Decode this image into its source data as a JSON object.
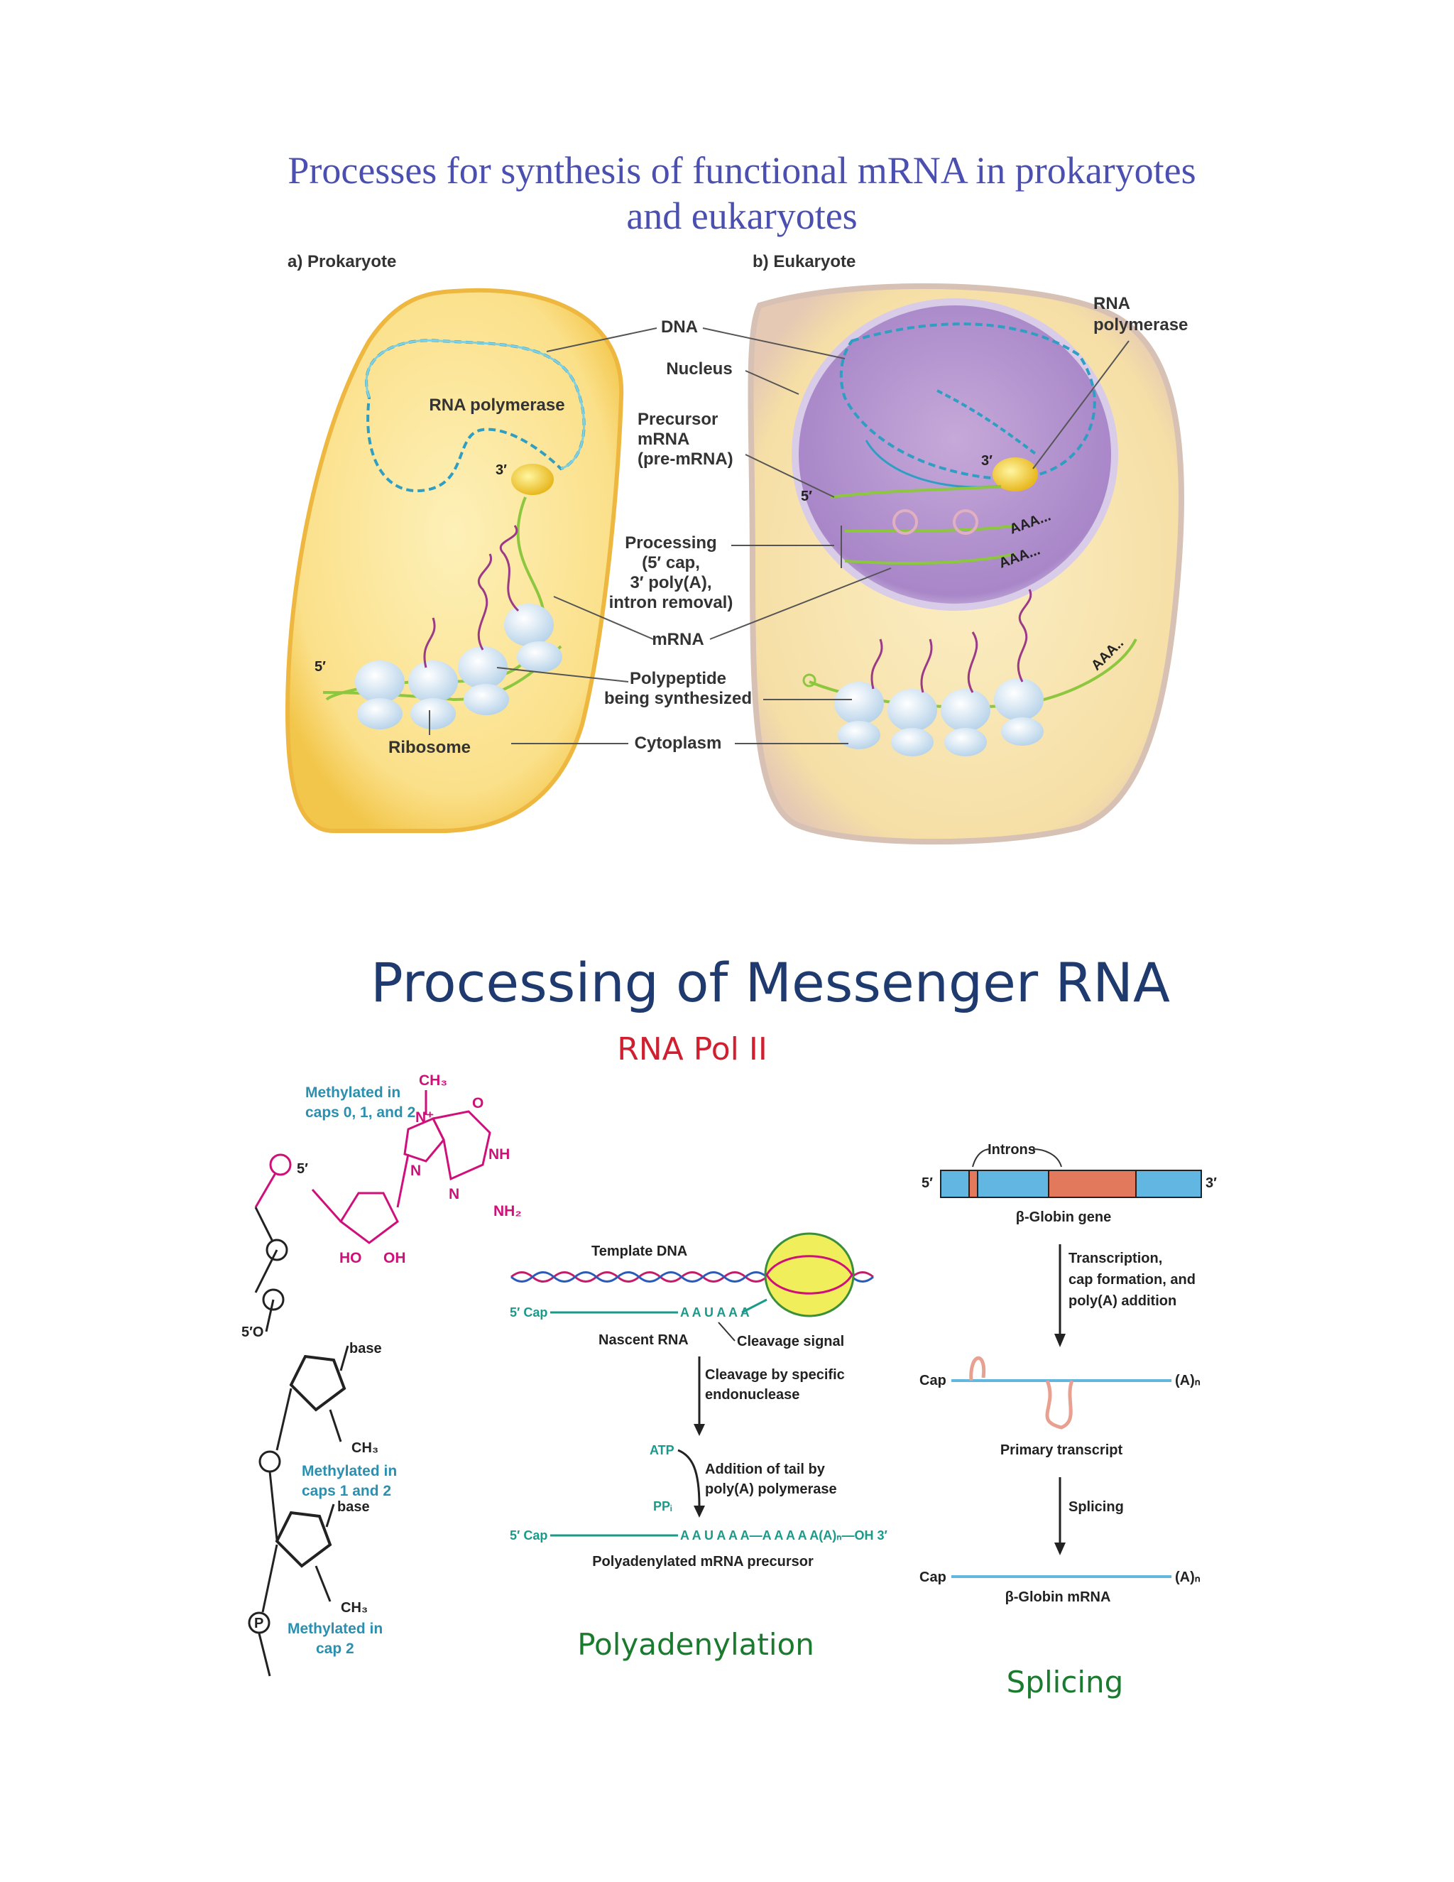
{
  "part1": {
    "title_line1": "Processes for synthesis of functional mRNA in prokaryotes",
    "title_line2": "and eukaryotes",
    "panel_a": "a) Prokaryote",
    "panel_b": "b) Eukaryote",
    "labels": {
      "dna": "DNA",
      "nucleus": "Nucleus",
      "rna_polymerase_left": "RNA polymerase",
      "rna_polymerase_right_1": "RNA",
      "rna_polymerase_right_2": "polymerase",
      "precursor_1": "Precursor",
      "precursor_2": "mRNA",
      "precursor_3": "(pre-mRNA)",
      "processing_1": "Processing",
      "processing_2": "(5′ cap,",
      "processing_3": "3′ poly(A),",
      "processing_4": "intron removal)",
      "mrna": "mRNA",
      "polypeptide_1": "Polypeptide",
      "polypeptide_2": "being synthesized",
      "ribosome": "Ribosome",
      "cytoplasm": "Cytoplasm",
      "three_prime_left": "3′",
      "five_prime_left": "5′",
      "three_prime_right": "3′",
      "five_prime_right": "5′",
      "aaa_1": "AAA...",
      "aaa_2": "AAA...",
      "aaa_3": "AAA.."
    }
  },
  "part2": {
    "title": "Processing of Messenger RNA",
    "subtitle": "RNA Pol II",
    "cap": {
      "methyl_caps_012_1": "Methylated in",
      "methyl_caps_012_2": "caps 0, 1, and 2",
      "methyl_caps_12_1": "Methylated in",
      "methyl_caps_12_2": "caps 1 and 2",
      "methyl_cap2_1": "Methylated in",
      "methyl_cap2_2": "cap 2",
      "ch3_top": "CH₃",
      "ch3_mid": "CH₃",
      "ch3_low": "CH₃",
      "nh": "NH",
      "nh2": "NH₂",
      "n_plus": "N⁺",
      "n1": "N",
      "n2": "N",
      "o": "O",
      "ho": "HO",
      "oh": "OH",
      "base1": "base",
      "base2": "base",
      "five_prime_1": "5′",
      "five_prime_2": "5′O",
      "p": "P"
    },
    "polyA": {
      "template_dna": "Template DNA",
      "cap_label_1": "5′ Cap",
      "seq_1": "A A U A A A",
      "nascent_rna": "Nascent RNA",
      "cleavage_signal": "Cleavage signal",
      "cleavage_by_1": "Cleavage by specific",
      "cleavage_by_2": "endonuclease",
      "atp": "ATP",
      "ppi": "PPᵢ",
      "addition_1": "Addition of tail by",
      "addition_2": "poly(A) polymerase",
      "cap_label_2": "5′ Cap",
      "seq_2": "A A U A A A—A A A A A(A)ₙ—OH 3′",
      "precursor": "Polyadenylated mRNA precursor",
      "caption": "Polyadenylation"
    },
    "splicing": {
      "introns": "Introns",
      "five_prime": "5′",
      "three_prime": "3′",
      "gene": "β-Globin gene",
      "transcription_1": "Transcription,",
      "transcription_2": "cap formation, and",
      "transcription_3": "poly(A) addition",
      "cap_1": "Cap",
      "an_1": "(A)ₙ",
      "primary": "Primary transcript",
      "splicing_step": "Splicing",
      "cap_2": "Cap",
      "an_2": "(A)ₙ",
      "mrna": "β-Globin mRNA",
      "caption": "Splicing"
    }
  }
}
